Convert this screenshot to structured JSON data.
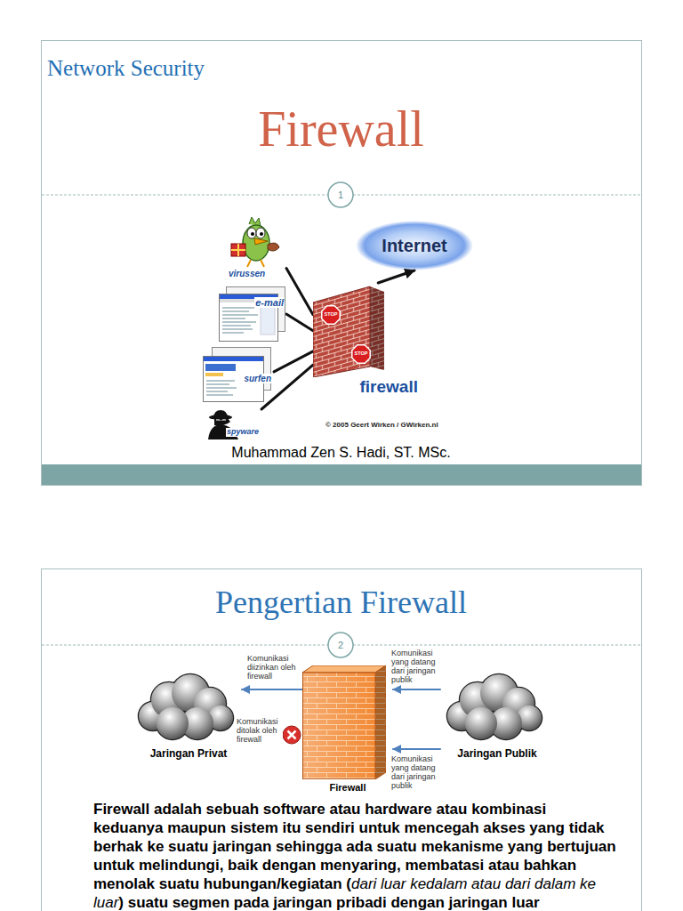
{
  "diagram": {
    "title": "Firewall",
    "nodes": [
      {
        "text": [
          "virussen"
        ]
      },
      {
        "text": [
          "Internet"
        ]
      },
      {
        "text": [
          "e-mail"
        ]
      },
      {
        "text": [
          "firewall"
        ]
      },
      {
        "text": [
          "surfen"
        ]
      },
      {
        "text": [
          "spyware"
        ]
      },
      {
        "text": [
          "Jaringan Privat"
        ]
      },
      {
        "text": [
          "Firewall"
        ]
      },
      {
        "text": [
          "Jaringan Publik"
        ]
      }
    ],
    "edges": [
      {
        "from": 0,
        "to": 3,
        "arrow": "none"
      },
      {
        "from": 2,
        "to": 3,
        "arrow": "none"
      },
      {
        "from": 4,
        "to": 3,
        "arrow": "none"
      },
      {
        "from": 5,
        "to": 3,
        "arrow": "none"
      },
      {
        "from": 3,
        "to": 1,
        "arrow": "to"
      },
      {
        "from": 8,
        "to": 7,
        "arrow": "to",
        "label": "Komunikasi yang datang dari jaringan publik"
      },
      {
        "from": 7,
        "to": 6,
        "arrow": "to",
        "label": "Komunikasi diizinkan oleh firewall"
      },
      {
        "from": 8,
        "to": 7,
        "arrow": "to",
        "label": "Komunikasi yang datang dari jaringan publik"
      }
    ],
    "labels": [
      "Network Security",
      "1",
      "STOP",
      "STOP",
      "© 2005 Geert Wirken / GWirken.nl",
      "Muhammad Zen S. Hadi, ST. MSc.",
      "Pengertian Firewall",
      "2",
      "Komunikasi ditolak oleh firewall",
      "Firewall adalah sebuah software atau hardware atau kombinasi keduanya maupun sistem itu sendiri untuk mencegah akses yang tidak berhak ke suatu jaringan sehingga ada suatu mekanisme yang bertujuan untuk melindungi, baik dengan menyaring, membatasi atau bahkan menolak suatu hubungan/kegiatan (",
      "dari luar kedalam atau dari dalam ke luar",
      ") suatu segmen pada jaringan pribadi dengan jaringan luar"
    ]
  }
}
